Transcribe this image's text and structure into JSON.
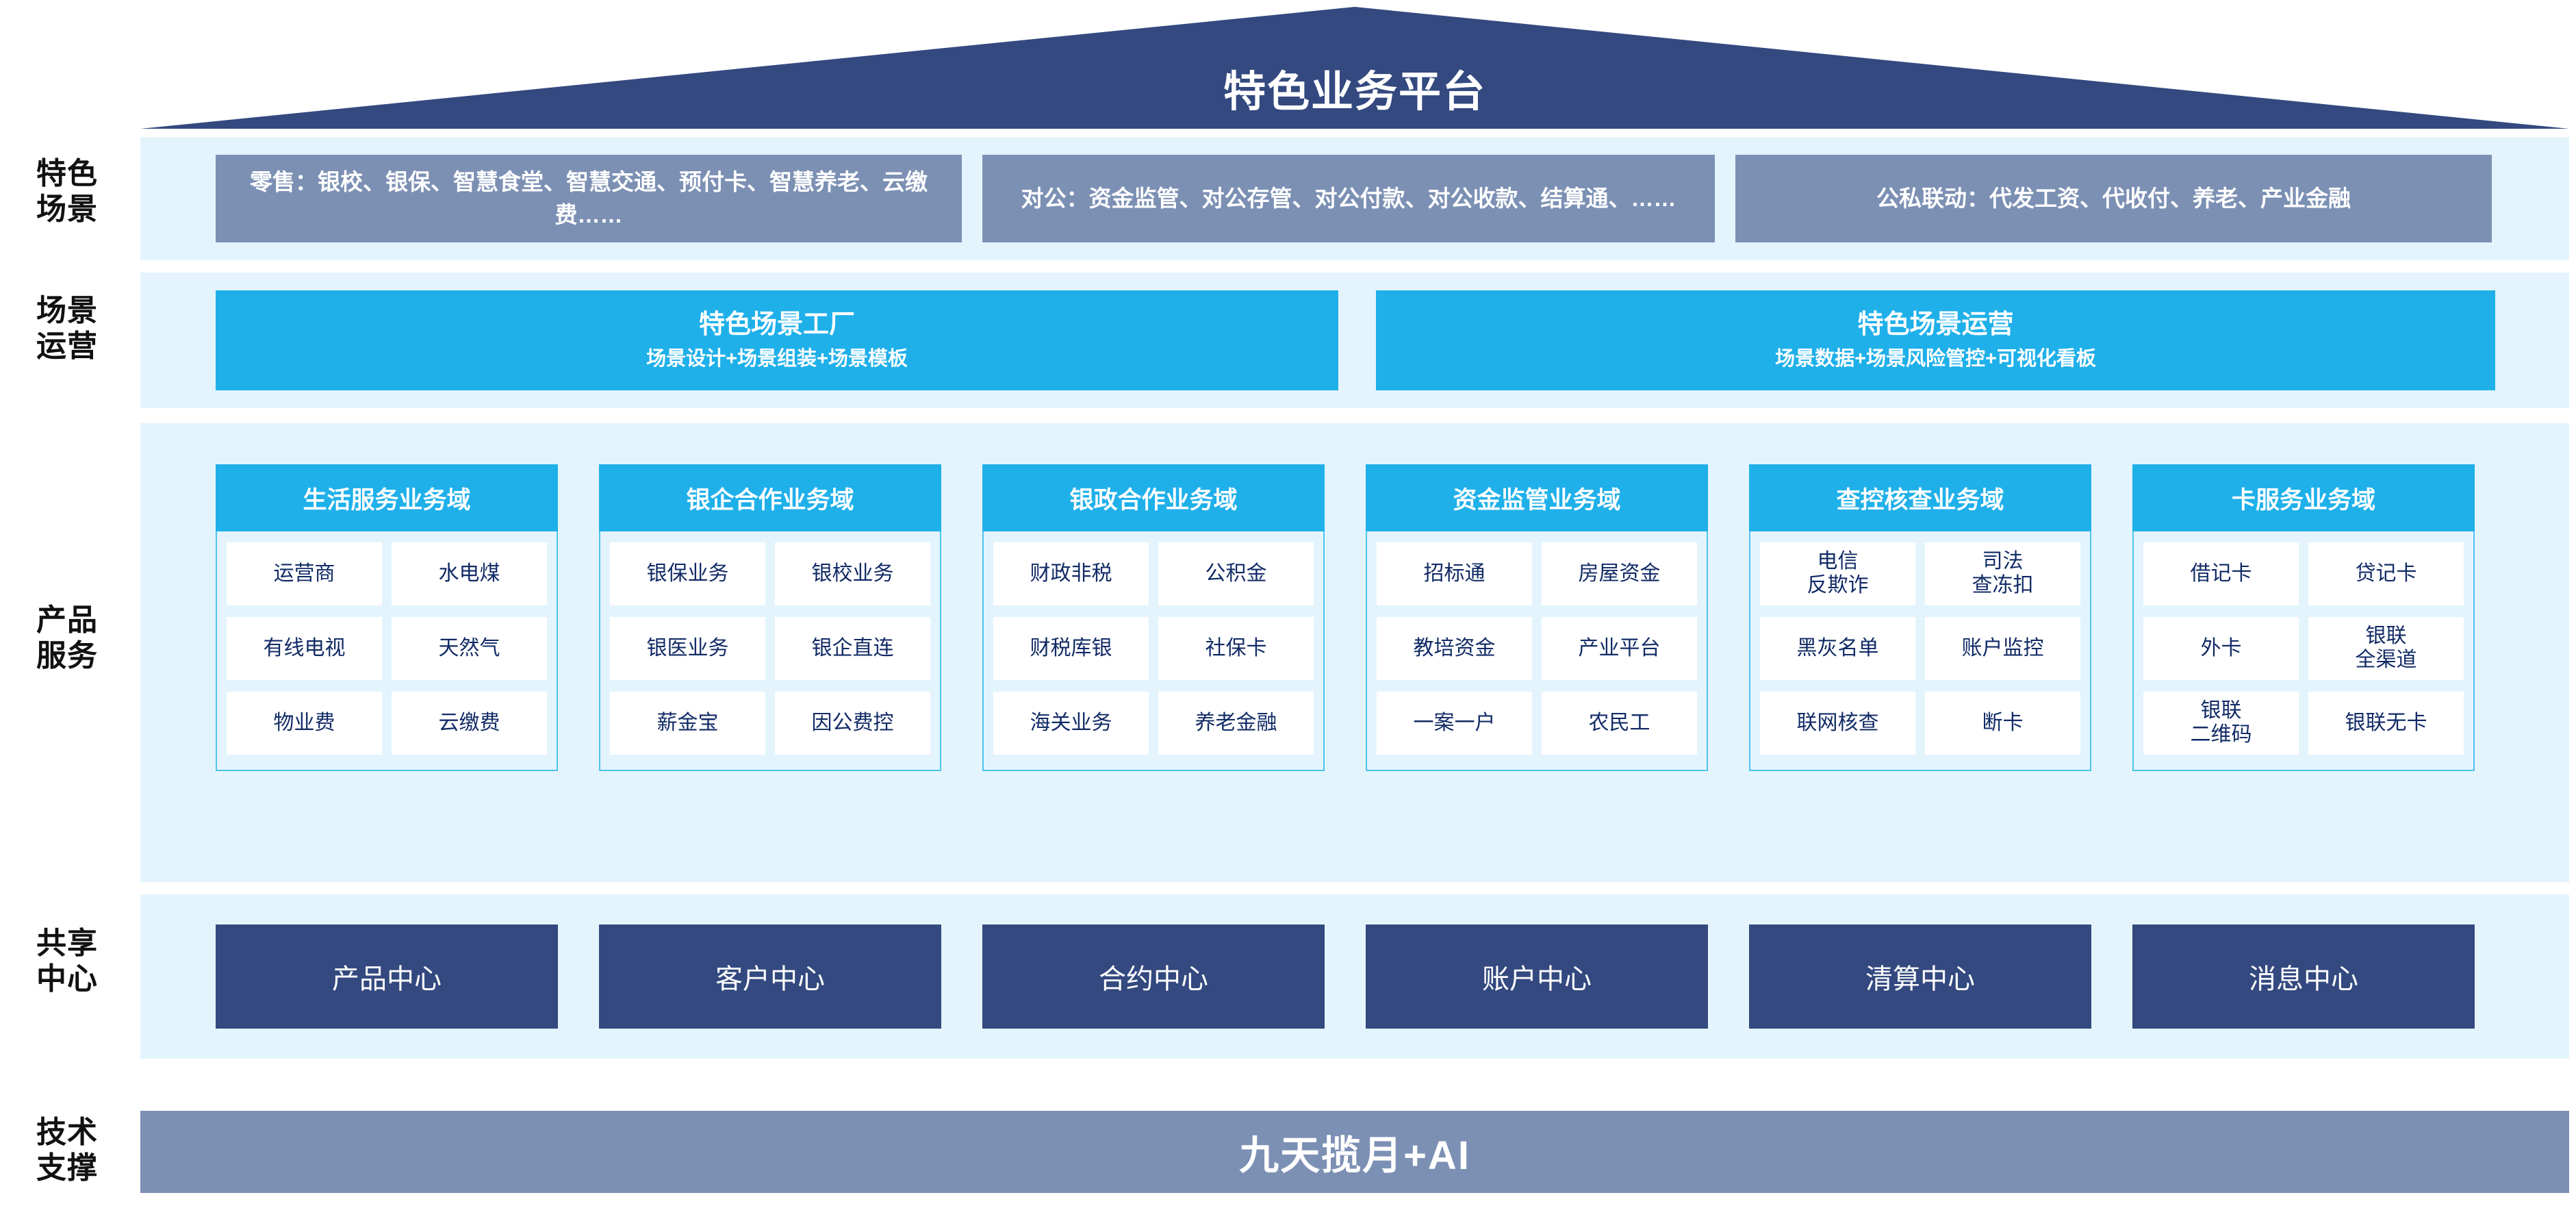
{
  "header": {
    "title": "特色业务平台",
    "roof_color": "#33497f"
  },
  "colors": {
    "panel_bg": "#e4f4fd",
    "scene_box": "#7c90b4",
    "cyan": "#1fb0ea",
    "dark_blue": "#33497f",
    "cell_text": "#122b66"
  },
  "rows": {
    "scene": {
      "label": "特色\n场景",
      "boxes": [
        {
          "text": "零售：银校、银保、智慧食堂、智慧交通、预付卡、智慧养老、云缴费……"
        },
        {
          "text": "对公：资金监管、对公存管、对公付款、对公收款、结算通、……"
        },
        {
          "text": "公私联动：代发工资、代收付、养老、产业金融"
        }
      ]
    },
    "operation": {
      "label": "场景\n运营",
      "boxes": [
        {
          "title": "特色场景工厂",
          "subtitle": "场景设计+场景组装+场景模板"
        },
        {
          "title": "特色场景运营",
          "subtitle": "场景数据+场景风险管控+可视化看板"
        }
      ]
    },
    "product": {
      "label": "产品\n服务",
      "domains": [
        {
          "title": "生活服务业务域",
          "cells": [
            [
              "运营商",
              "水电煤"
            ],
            [
              "有线电视",
              "天然气"
            ],
            [
              "物业费",
              "云缴费"
            ]
          ]
        },
        {
          "title": "银企合作业务域",
          "cells": [
            [
              "银保业务",
              "银校业务"
            ],
            [
              "银医业务",
              "银企直连"
            ],
            [
              "薪金宝",
              "因公费控"
            ]
          ]
        },
        {
          "title": "银政合作业务域",
          "cells": [
            [
              "财政非税",
              "公积金"
            ],
            [
              "财税库银",
              "社保卡"
            ],
            [
              "海关业务",
              "养老金融"
            ]
          ]
        },
        {
          "title": "资金监管业务域",
          "cells": [
            [
              "招标通",
              "房屋资金"
            ],
            [
              "教培资金",
              "产业平台"
            ],
            [
              "一案一户",
              "农民工"
            ]
          ]
        },
        {
          "title": "查控核查业务域",
          "cells": [
            [
              "电信\n反欺诈",
              "司法\n查冻扣"
            ],
            [
              "黑灰名单",
              "账户监控"
            ],
            [
              "联网核查",
              "断卡"
            ]
          ]
        },
        {
          "title": "卡服务业务域",
          "cells": [
            [
              "借记卡",
              "贷记卡"
            ],
            [
              "外卡",
              "银联\n全渠道"
            ],
            [
              "银联\n二维码",
              "银联无卡"
            ]
          ]
        }
      ]
    },
    "shared": {
      "label": "共享\n中心",
      "boxes": [
        "产品中心",
        "客户中心",
        "合约中心",
        "账户中心",
        "清算中心",
        "消息中心"
      ]
    },
    "tech": {
      "label": "技术\n支撑",
      "title": "九天揽月+AI"
    }
  }
}
